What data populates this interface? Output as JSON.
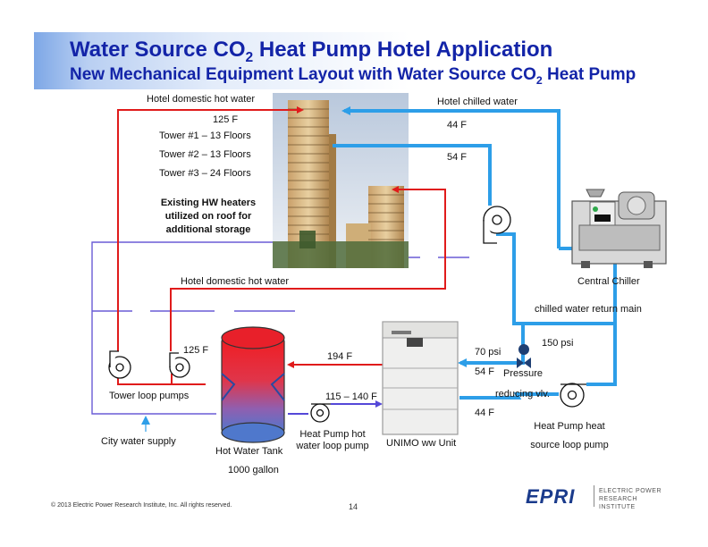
{
  "title": {
    "line1_main": "Water Source CO",
    "line1_sub": "2",
    "line1_tail": " Heat Pump Hotel Application",
    "line2_main": "New Mechanical Equipment Layout with Water Source CO",
    "line2_sub": "2",
    "line2_tail": " Heat Pump"
  },
  "labels": {
    "hotel_dhw_top": "Hotel domestic hot water",
    "temp_125_top": "125 F",
    "tower1": "Tower #1 – 13 Floors",
    "tower2": "Tower #2 – 13 Floors",
    "tower3": "Tower #3 – 24 Floors",
    "existing_hw": "Existing HW heaters utilized on roof for additional storage",
    "hotel_chilled": "Hotel chilled water",
    "temp_44_top": "44 F",
    "temp_54_top": "54 F",
    "central_chiller": "Central Chiller",
    "hotel_dhw_mid": "Hotel domestic hot water",
    "chilled_return": "chilled water return main",
    "temp_125_mid": "125 F",
    "tower_pumps": "Tower loop pumps",
    "temp_194": "194 F",
    "temp_115_140": "115 – 140 F",
    "psi_70": "70 psi",
    "psi_150": "150 psi",
    "temp_54_right": "54 F",
    "pressure": "Pressure",
    "reducing": "reducing vlv.",
    "temp_44_right": "44 F",
    "hp_source_pump": "Heat Pump heat source loop pump",
    "city_water": "City water supply",
    "hw_tank": "Hot Water Tank",
    "tank_size": "1000 gallon",
    "hp_hot_pump": "Heat Pump hot water loop pump",
    "unimo": "UNIMO ww Unit"
  },
  "footer": {
    "copyright": "© 2013 Electric Power Research Institute, Inc. All rights reserved.",
    "page": "14"
  },
  "logo": {
    "word": "EPRI",
    "sub1": "ELECTRIC POWER",
    "sub2": "RESEARCH INSTITUTE"
  },
  "colors": {
    "title": "#1324a8",
    "hot": "#e01b1b",
    "chilled": "#2d9ee8",
    "violet": "#6a5cd6",
    "tank_top": "#e8202a",
    "tank_bottom": "#5d78c8"
  }
}
